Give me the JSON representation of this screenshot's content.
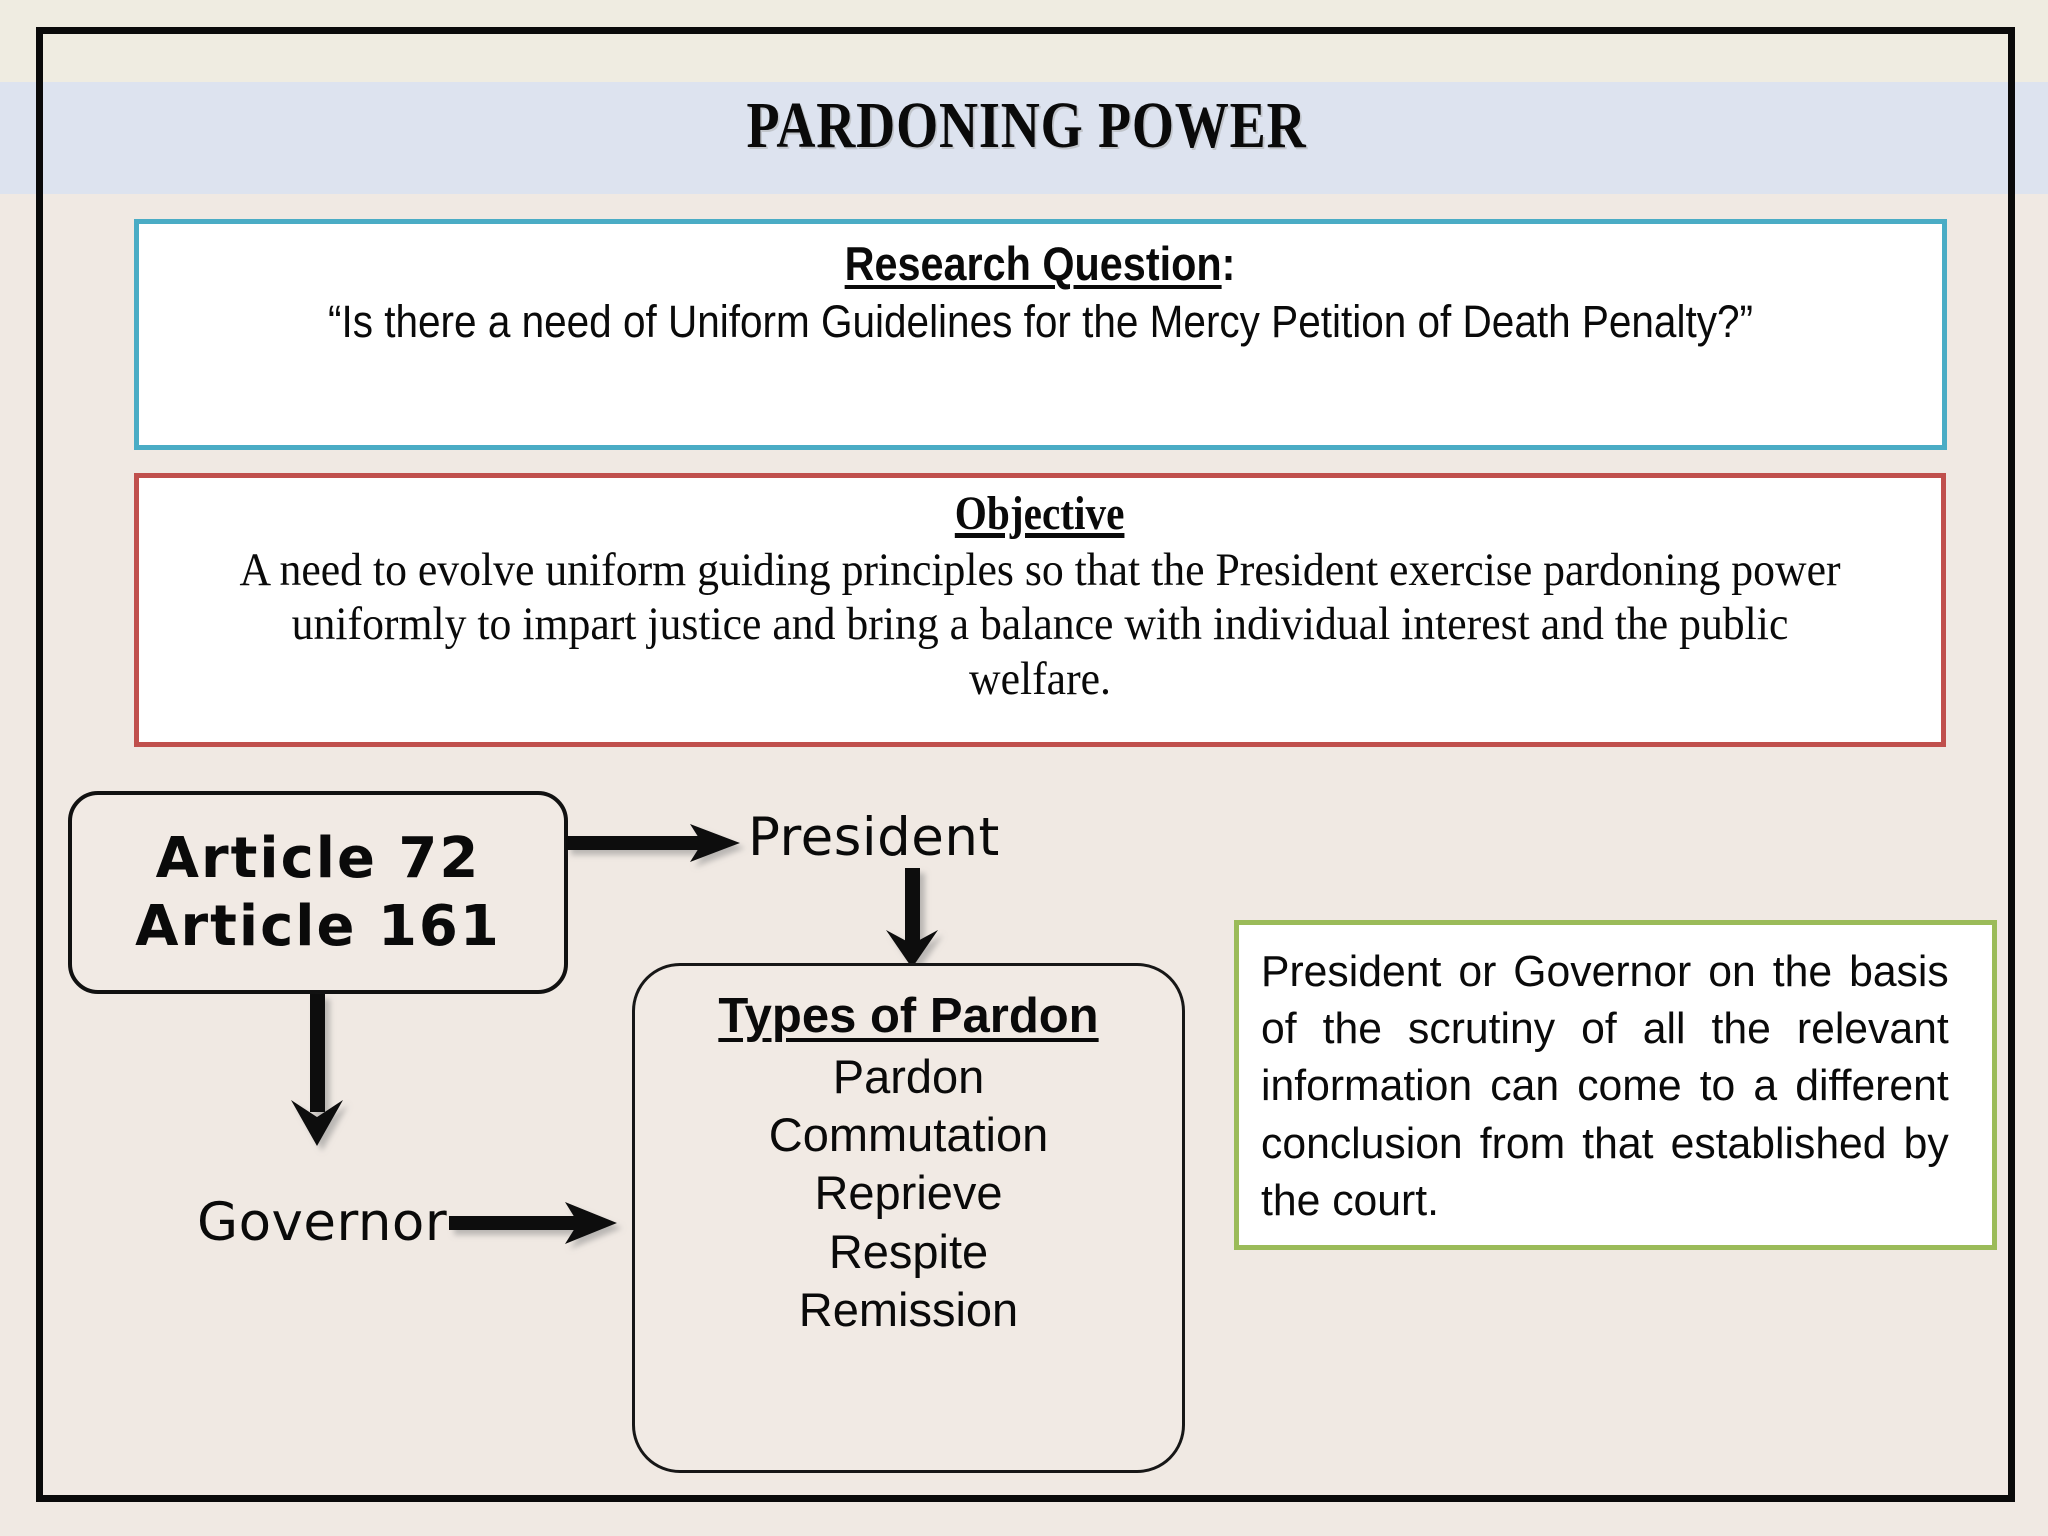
{
  "slide": {
    "title": "PARDONING POWER",
    "colors": {
      "title_band": "#dde3ef",
      "page_background": "#f0e9e3",
      "top_strip": "#efece1",
      "frame_border": "#0a0a0a",
      "research_border": "#4aacc5",
      "objective_border": "#c0504d",
      "note_border": "#9bbb59"
    }
  },
  "research_question": {
    "heading": "Research Question",
    "heading_suffix": ":",
    "text": "“Is there a need of Uniform Guidelines for the Mercy Petition of Death Penalty?”"
  },
  "objective": {
    "heading": "Objective",
    "text": "A need to evolve uniform guiding principles so that the President exercise pardoning power uniformly to impart justice and bring a balance with individual interest and the public welfare."
  },
  "article_box": {
    "line1": "Article 72",
    "line2": "Article 161"
  },
  "authorities": {
    "president": "President",
    "governor": "Governor"
  },
  "types_of_pardon": {
    "heading": "Types of Pardon",
    "items": [
      "Pardon",
      "Commutation",
      "Reprieve",
      "Respite",
      "Remission"
    ]
  },
  "note": {
    "text": "President or Governor on the basis of the scrutiny of all the relevant information can come to a different conclusion from that established by the court."
  },
  "flow": {
    "arrow_article_to_president": "arrow-right",
    "arrow_president_to_types": "arrow-down",
    "arrow_article_to_governor": "arrow-down",
    "arrow_governor_to_types": "arrow-right"
  }
}
